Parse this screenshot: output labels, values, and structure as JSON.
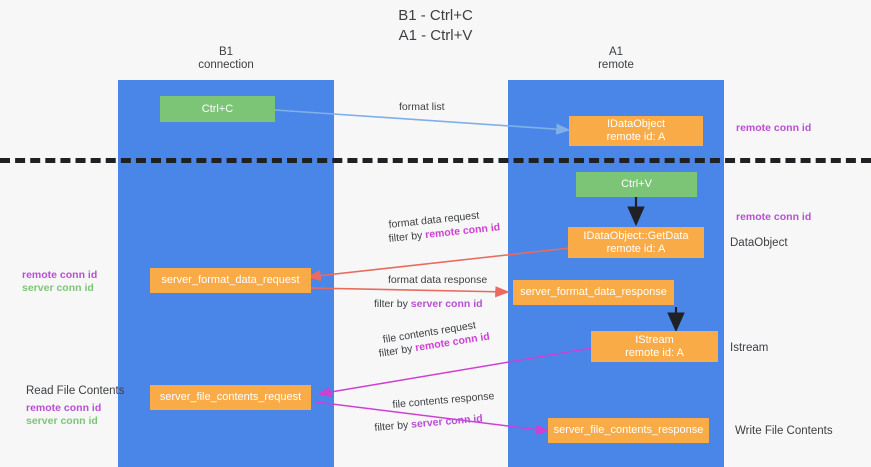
{
  "title": {
    "line1": "B1 - Ctrl+C",
    "line2": "A1 - Ctrl+V"
  },
  "lanes": [
    {
      "id": "b1",
      "name": "B1",
      "role": "connection",
      "color": "#4a86e8"
    },
    {
      "id": "a1",
      "name": "A1",
      "role": "remote",
      "color": "#4a86e8"
    }
  ],
  "colors": {
    "lane": "#4a86e8",
    "green_box": "#7cc576",
    "orange_box": "#f9ab48",
    "remote_conn_id": "#b84fd1",
    "server_conn_id": "#7cc576",
    "arrow_blue": "#7fb0e8",
    "arrow_red": "#ea6a5e",
    "arrow_magenta": "#cf3fd4",
    "arrow_black": "#202124",
    "background": "#f7f7f7"
  },
  "nodes": {
    "ctrl_c": {
      "label": "Ctrl+C",
      "kind": "green"
    },
    "idataobject": {
      "label": "IDataObject",
      "sub": "remote id: A",
      "kind": "orange"
    },
    "ctrl_v": {
      "label": "Ctrl+V",
      "kind": "green"
    },
    "getdata": {
      "label": "IDataObject::GetData",
      "sub": "remote id: A",
      "kind": "orange"
    },
    "server_format_data_request": {
      "label": "server_format_data_request",
      "kind": "orange"
    },
    "server_format_data_response": {
      "label": "server_format_data_response",
      "kind": "orange"
    },
    "istream": {
      "label": "IStream",
      "sub": "remote id: A",
      "kind": "orange"
    },
    "server_file_contents_request": {
      "label": "server_file_contents_request",
      "kind": "orange"
    },
    "server_file_contents_response": {
      "label": "server_file_contents_response",
      "kind": "orange"
    }
  },
  "edge_labels": {
    "format_list": "format list",
    "format_data_request": "format data request",
    "format_data_request_filter_prefix": "filter by ",
    "format_data_request_filter_value": "remote conn id",
    "format_data_response": "format data response",
    "format_data_response_filter_prefix": "filter by ",
    "format_data_response_filter_value": "server conn id",
    "file_contents_request": "file contents request",
    "file_contents_request_filter_prefix": "filter by ",
    "file_contents_request_filter_value": "remote conn id",
    "file_contents_response": "file contents response",
    "file_contents_response_filter_prefix": "filter by ",
    "file_contents_response_filter_value": "server conn id"
  },
  "annotations": {
    "right_remote_conn_id_top": "remote conn id",
    "right_remote_conn_id_mid": "remote conn id",
    "right_dataobject": "DataObject",
    "right_istream": "Istream",
    "right_write_file_contents": "Write File Contents",
    "left_remote_conn_id_mid": "remote conn id",
    "left_server_conn_id_mid": "server conn id",
    "left_read_file_contents": "Read File Contents",
    "left_remote_conn_id_bottom": "remote conn id",
    "left_server_conn_id_bottom": "server conn id"
  }
}
